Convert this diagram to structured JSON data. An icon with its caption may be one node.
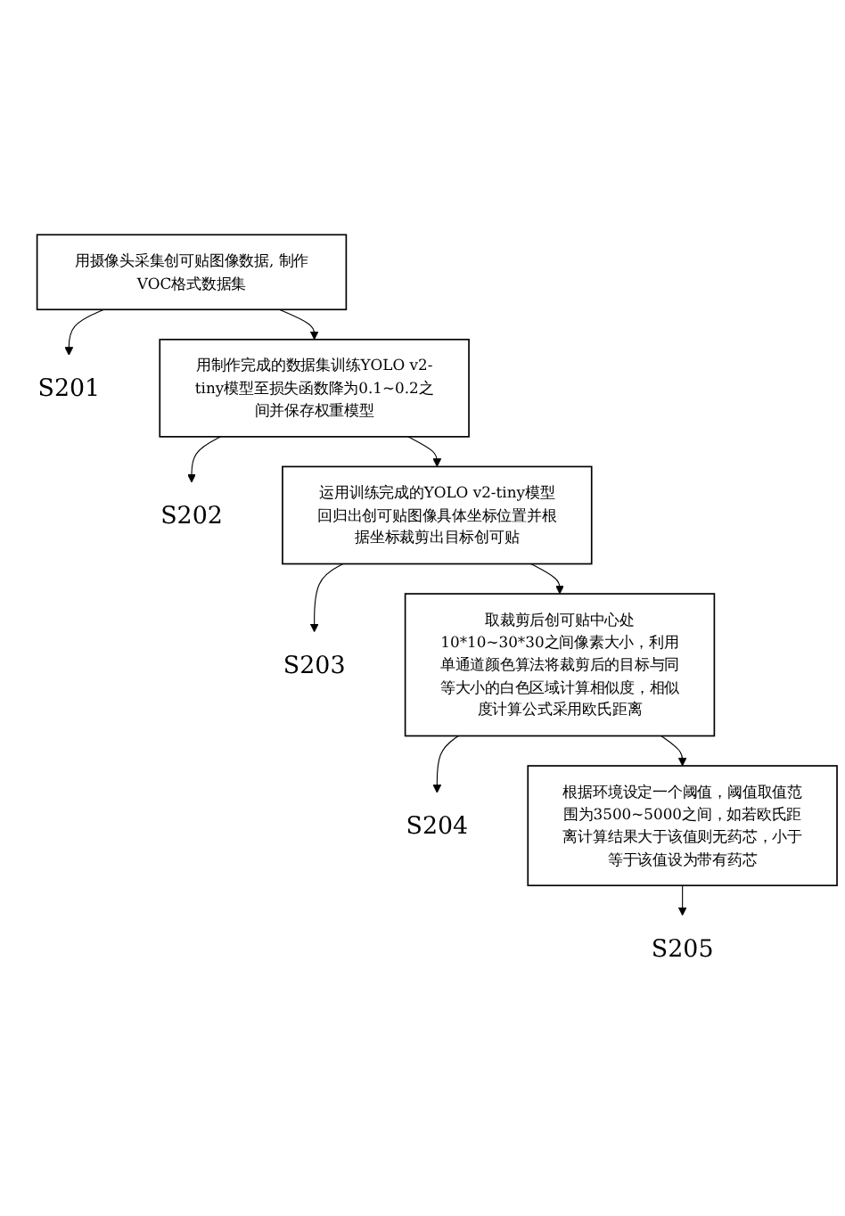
{
  "diagram": {
    "nodes": [
      {
        "text": [
          "用摄像头采集创可贴图像数据, 制作VOC格式数据集"
        ]
      },
      {
        "text": [
          "S201"
        ]
      },
      {
        "text": [
          "用制作完成的数据集训练YOLO v2-tiny模型至损失函数降为0.1~0.2之间并保存权重模型"
        ]
      },
      {
        "text": [
          "S202"
        ]
      },
      {
        "text": [
          "运用训练完成的YOLO v2-tiny模型回归出创可贴图像具体坐标位置并根据坐标裁剪出目标创可贴"
        ]
      },
      {
        "text": [
          "S203"
        ]
      },
      {
        "text": [
          "取裁剪后创可贴中心处10*10~30*30之间像素大小，利用单通道颜色算法将裁剪后的目标与同等大小的白色区域计算相似度，相似度计算公式采用欧氏距离"
        ]
      },
      {
        "text": [
          "S204"
        ]
      },
      {
        "text": [
          "根据环境设定一个阈值，阈值取值范围为3500~5000之间，如若欧氏距离计算结果大于该值则无药芯，小于等于该值设为带有药芯"
        ]
      },
      {
        "text": [
          "S205"
        ]
      }
    ],
    "edges": [
      {
        "from": 0,
        "to": 1,
        "arrow": "to"
      },
      {
        "from": 0,
        "to": 2,
        "arrow": "to"
      },
      {
        "from": 2,
        "to": 3,
        "arrow": "to"
      },
      {
        "from": 2,
        "to": 4,
        "arrow": "to"
      },
      {
        "from": 4,
        "to": 5,
        "arrow": "to"
      },
      {
        "from": 4,
        "to": 6,
        "arrow": "to"
      },
      {
        "from": 6,
        "to": 7,
        "arrow": "to"
      },
      {
        "from": 6,
        "to": 8,
        "arrow": "to"
      },
      {
        "from": 8,
        "to": 9,
        "arrow": "to"
      }
    ]
  }
}
